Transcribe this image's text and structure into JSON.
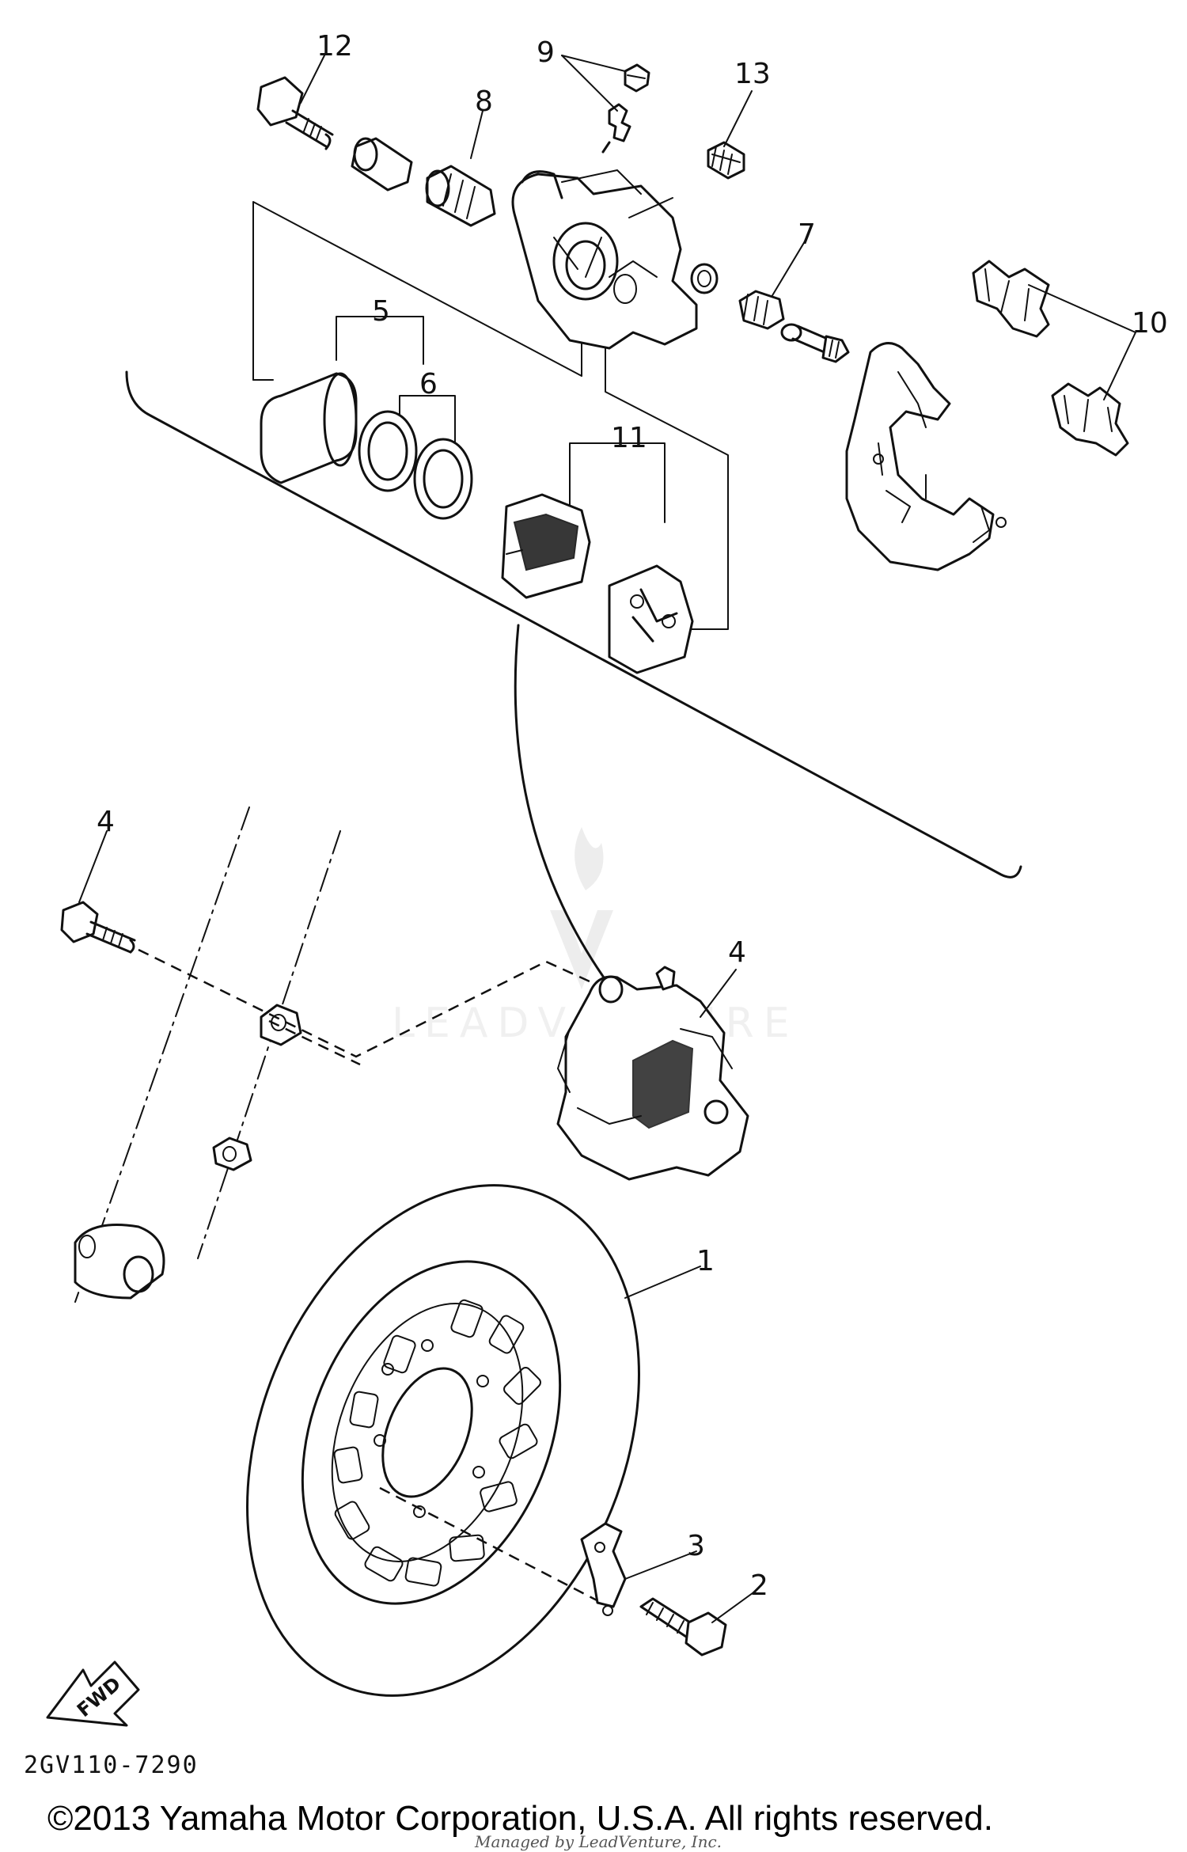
{
  "callouts": {
    "c1": "1",
    "c2": "2",
    "c3": "3",
    "c4_bolt": "4",
    "c4_caliper": "4",
    "c5": "5",
    "c6": "6",
    "c7": "7",
    "c8": "8",
    "c9": "9",
    "c10": "10",
    "c11": "11",
    "c12": "12",
    "c13": "13"
  },
  "direction_arrow": {
    "label": "FWD"
  },
  "diagram_code": "2GV110-7290",
  "watermark": {
    "text": "LEADVENTURE"
  },
  "footer": {
    "copyright": "©2013 Yamaha Motor Corporation, U.S.A. All rights reserved.",
    "faint_overlay": "Managed by LeadVenture, Inc."
  }
}
